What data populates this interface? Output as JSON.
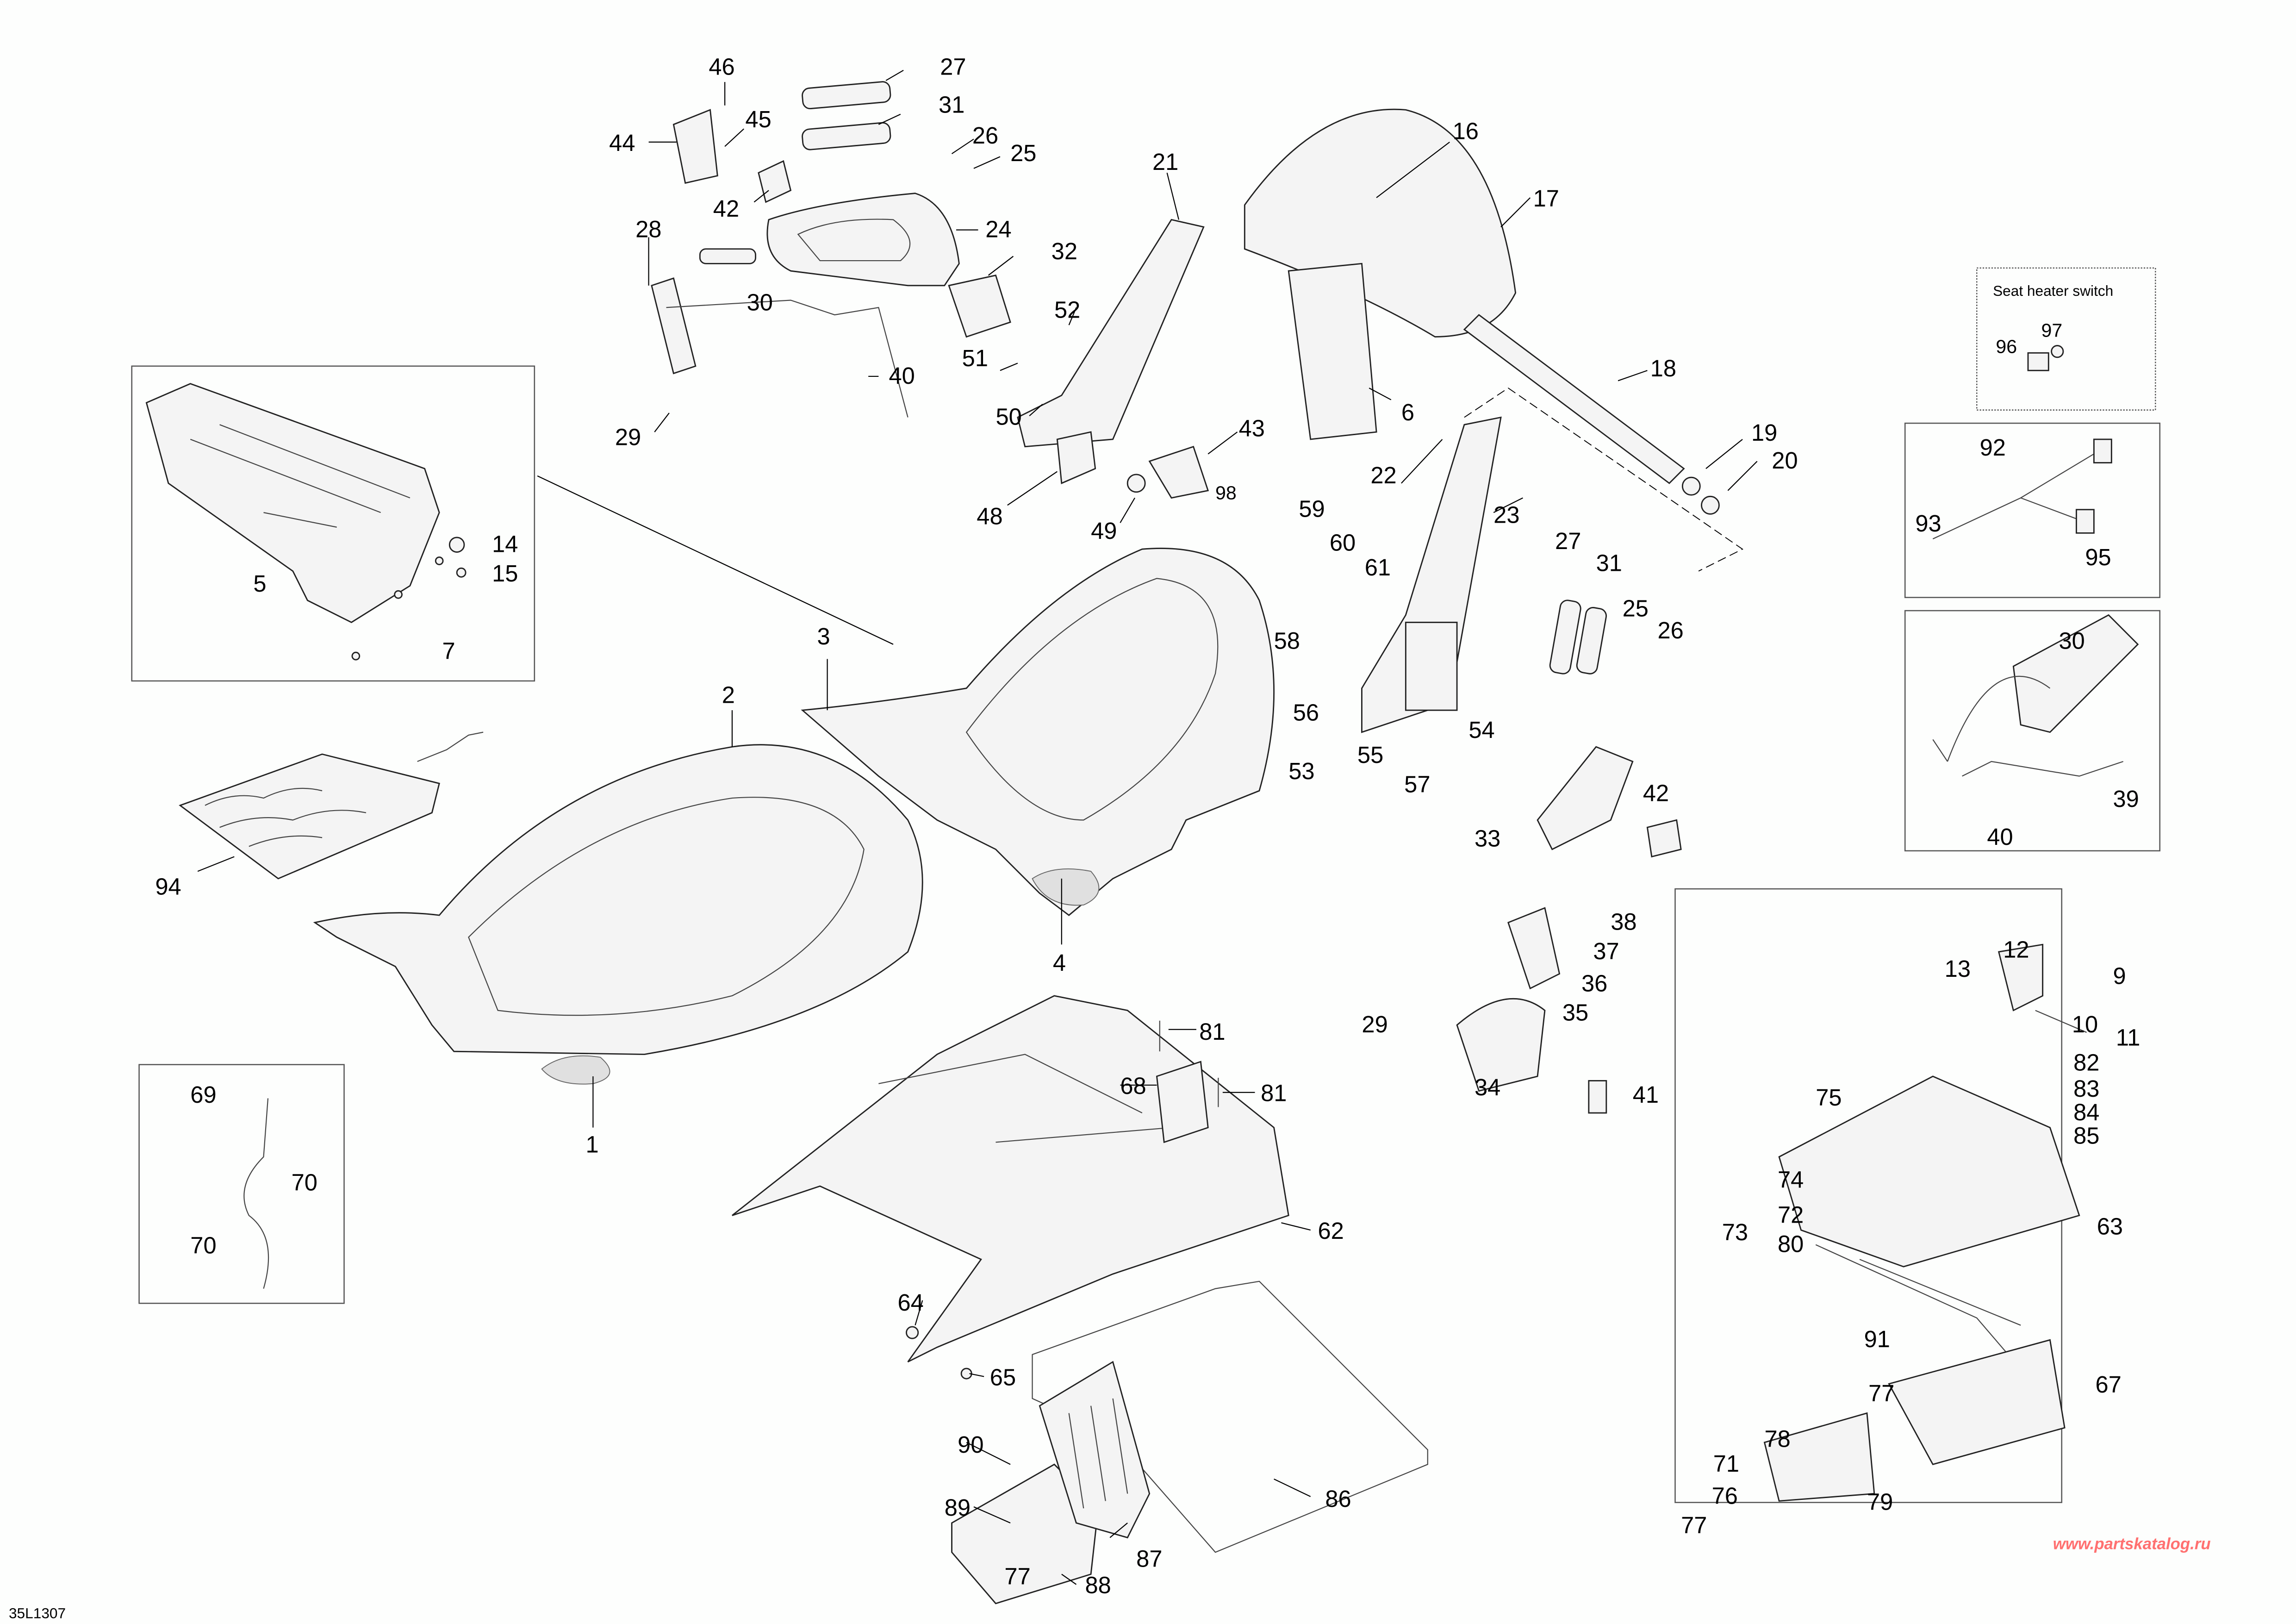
{
  "drawing_code": "35L1307",
  "watermark": "www.partskatalog.ru",
  "insets": {
    "seat_heater_switch": {
      "title": "Seat heater switch",
      "callouts": [
        "96",
        "97"
      ]
    },
    "harness": {
      "callouts": [
        "92",
        "93",
        "95"
      ]
    },
    "backrest_heater": {
      "callouts": [
        "30",
        "39",
        "40"
      ]
    },
    "ground_wire": {
      "callouts": [
        "69",
        "70",
        "70"
      ]
    },
    "base_frame": {
      "callouts": [
        "5",
        "7",
        "14",
        "15"
      ]
    },
    "support_frame": {
      "callouts": [
        "9",
        "10",
        "11",
        "12",
        "13",
        "63",
        "67",
        "71",
        "72",
        "73",
        "74",
        "75",
        "76",
        "77",
        "78",
        "79",
        "80",
        "82",
        "83",
        "84",
        "85",
        "91"
      ]
    }
  },
  "callouts": [
    {
      "id": "c46",
      "label": "46"
    },
    {
      "id": "c45",
      "label": "45"
    },
    {
      "id": "c44",
      "label": "44"
    },
    {
      "id": "c42",
      "label": "42"
    },
    {
      "id": "c27a",
      "label": "27"
    },
    {
      "id": "c31a",
      "label": "31"
    },
    {
      "id": "c26a",
      "label": "26"
    },
    {
      "id": "c25a",
      "label": "25"
    },
    {
      "id": "c24",
      "label": "24"
    },
    {
      "id": "c28",
      "label": "28"
    },
    {
      "id": "c30a",
      "label": "30"
    },
    {
      "id": "c32",
      "label": "32"
    },
    {
      "id": "c52",
      "label": "52"
    },
    {
      "id": "c51",
      "label": "51"
    },
    {
      "id": "c50",
      "label": "50"
    },
    {
      "id": "c40a",
      "label": "40"
    },
    {
      "id": "c29a",
      "label": "29"
    },
    {
      "id": "c21",
      "label": "21"
    },
    {
      "id": "c16",
      "label": "16"
    },
    {
      "id": "c17",
      "label": "17"
    },
    {
      "id": "c6",
      "label": "6"
    },
    {
      "id": "c18",
      "label": "18"
    },
    {
      "id": "c19",
      "label": "19"
    },
    {
      "id": "c20",
      "label": "20"
    },
    {
      "id": "c43",
      "label": "43"
    },
    {
      "id": "c48",
      "label": "48"
    },
    {
      "id": "c49",
      "label": "49"
    },
    {
      "id": "c98",
      "label": "98"
    },
    {
      "id": "c22",
      "label": "22"
    },
    {
      "id": "c23",
      "label": "23"
    },
    {
      "id": "c59",
      "label": "59"
    },
    {
      "id": "c60",
      "label": "60"
    },
    {
      "id": "c61",
      "label": "61"
    },
    {
      "id": "c58",
      "label": "58"
    },
    {
      "id": "c56",
      "label": "56"
    },
    {
      "id": "c53",
      "label": "53"
    },
    {
      "id": "c55",
      "label": "55"
    },
    {
      "id": "c54",
      "label": "54"
    },
    {
      "id": "c57",
      "label": "57"
    },
    {
      "id": "c27b",
      "label": "27"
    },
    {
      "id": "c31b",
      "label": "31"
    },
    {
      "id": "c25b",
      "label": "25"
    },
    {
      "id": "c26b",
      "label": "26"
    },
    {
      "id": "c33",
      "label": "33"
    },
    {
      "id": "c42b",
      "label": "42"
    },
    {
      "id": "c38",
      "label": "38"
    },
    {
      "id": "c37",
      "label": "37"
    },
    {
      "id": "c36",
      "label": "36"
    },
    {
      "id": "c35",
      "label": "35"
    },
    {
      "id": "c29b",
      "label": "29"
    },
    {
      "id": "c34",
      "label": "34"
    },
    {
      "id": "c41",
      "label": "41"
    },
    {
      "id": "c3",
      "label": "3"
    },
    {
      "id": "c2",
      "label": "2"
    },
    {
      "id": "c4",
      "label": "4"
    },
    {
      "id": "c1",
      "label": "1"
    },
    {
      "id": "c94",
      "label": "94"
    },
    {
      "id": "c81a",
      "label": "81"
    },
    {
      "id": "c81b",
      "label": "81"
    },
    {
      "id": "c68",
      "label": "68"
    },
    {
      "id": "c62",
      "label": "62"
    },
    {
      "id": "c64",
      "label": "64"
    },
    {
      "id": "c65",
      "label": "65"
    },
    {
      "id": "c86",
      "label": "86"
    },
    {
      "id": "c90",
      "label": "90"
    },
    {
      "id": "c89",
      "label": "89"
    },
    {
      "id": "c77a",
      "label": "77"
    },
    {
      "id": "c87",
      "label": "87"
    },
    {
      "id": "c88",
      "label": "88"
    }
  ]
}
